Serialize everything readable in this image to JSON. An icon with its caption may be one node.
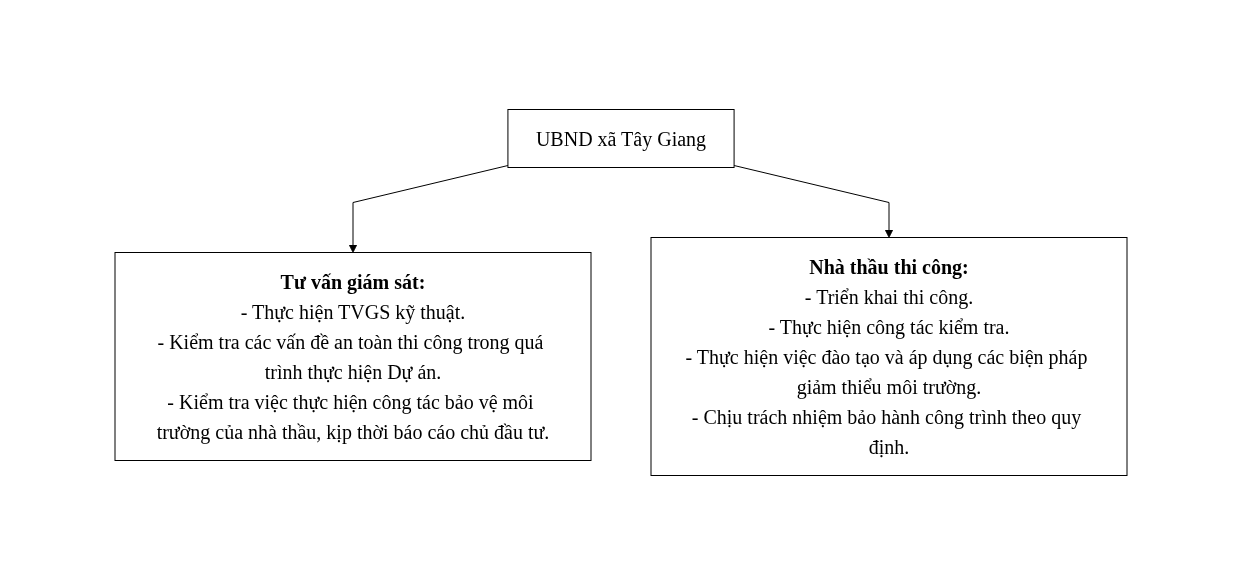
{
  "diagram": {
    "nodes": [
      {
        "text": [
          "UBND xã Tây Giang"
        ]
      },
      {
        "text": [
          "Tư vấn giám sát:",
          "- Thực hiện TVGS kỹ thuật.",
          "- Kiểm tra các vấn đề an toàn thi công trong quá trình thực hiện Dự án.",
          "- Kiểm tra việc thực hiện công tác bảo vệ môi trường của nhà thầu, kịp thời báo cáo chủ đầu tư."
        ]
      },
      {
        "text": [
          "Nhà thầu thi công:",
          "- Triển khai thi công.",
          "- Thực hiện công tác kiểm tra.",
          "- Thực hiện việc đào tạo và áp dụng các biện pháp giảm thiểu môi trường.",
          "- Chịu trách nhiệm bảo hành công trình theo quy định."
        ]
      }
    ],
    "edges": [
      {
        "from": 0,
        "to": 1,
        "arrow": "to"
      },
      {
        "from": 0,
        "to": 2,
        "arrow": "to"
      }
    ]
  }
}
